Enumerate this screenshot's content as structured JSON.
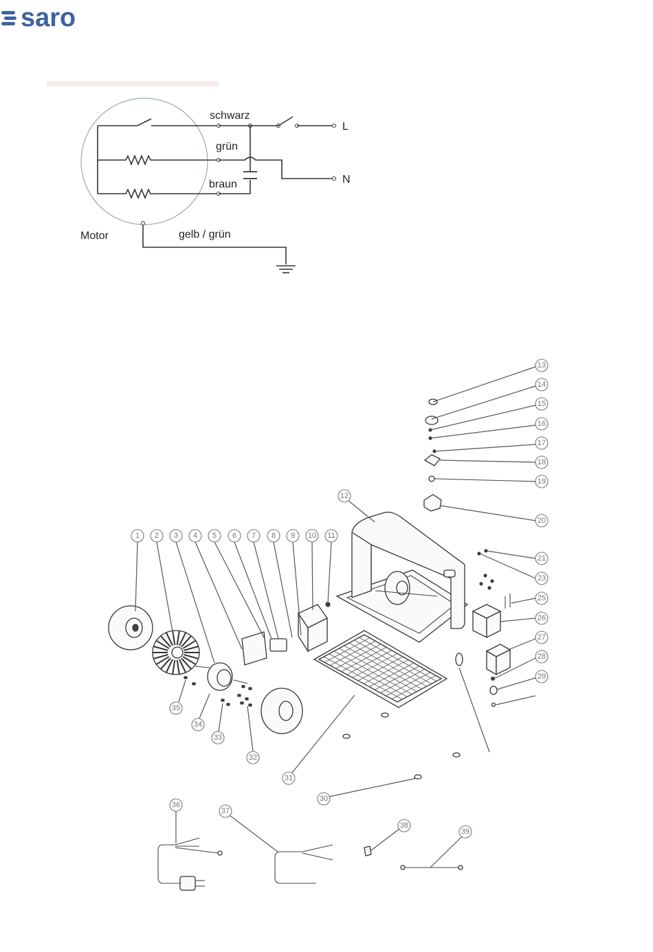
{
  "logo": {
    "text": "saro",
    "color": "#3d63a0"
  },
  "wiring": {
    "labels": {
      "black": "schwarz",
      "green": "grün",
      "brown": "braun",
      "yellow_green": "gelb / grün",
      "motor": "Motor",
      "line": "L",
      "neutral": "N"
    }
  },
  "exploded_view": {
    "part_numbers": [
      "1",
      "2",
      "3",
      "4",
      "5",
      "6",
      "7",
      "8",
      "9",
      "10",
      "11",
      "12",
      "13",
      "14",
      "15",
      "16",
      "17",
      "18",
      "19",
      "20",
      "21",
      "23",
      "25",
      "26",
      "27",
      "28",
      "29",
      "30",
      "31",
      "32",
      "33",
      "34",
      "35",
      "36",
      "37",
      "38",
      "39"
    ]
  }
}
